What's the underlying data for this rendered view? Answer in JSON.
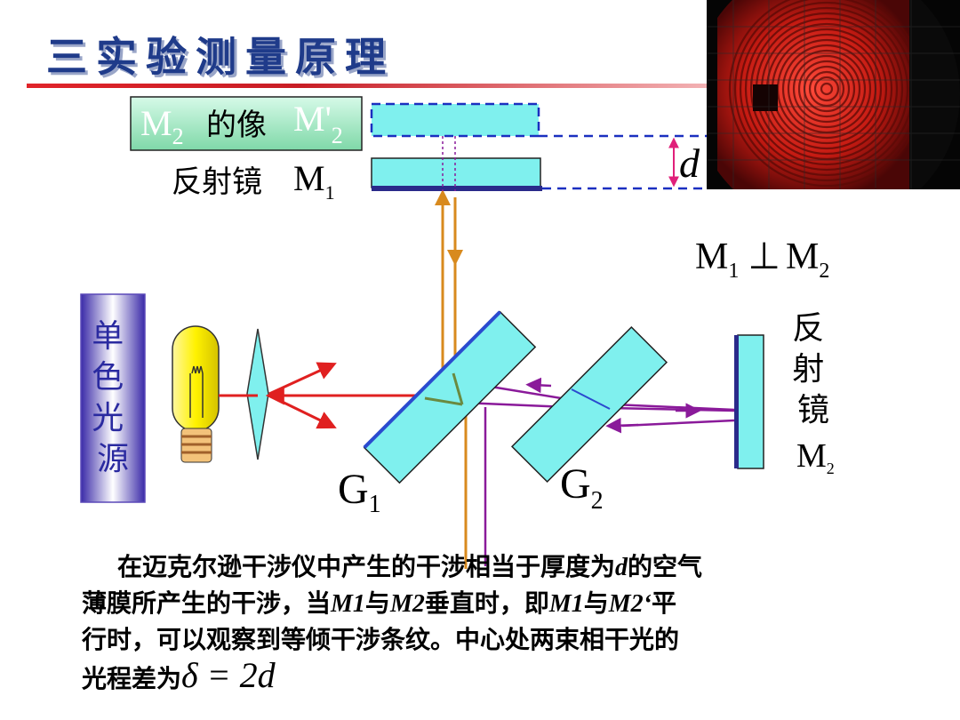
{
  "title": "三实验测量原理",
  "labels": {
    "m2_image_sym": "M",
    "m2_image_sub": "2",
    "m2_image_mid": "的像",
    "m2_image_prime": "M'",
    "m2_image_prime_sub": "2",
    "m1_text": "反射镜",
    "m1_sym": "M",
    "m1_sub": "1",
    "d_symbol": "d",
    "perp_m1": "M",
    "perp_m1_sub": "1",
    "perp_op": "⊥",
    "perp_m2": "M",
    "perp_m2_sub": "2",
    "light_source": [
      "单",
      "色",
      "光",
      "源"
    ],
    "m2_mirror_text": [
      "反",
      "射",
      "镜"
    ],
    "m2_mirror_sym": "M",
    "m2_mirror_sub": "2",
    "g1": "G",
    "g1_sub": "1",
    "g2": "G",
    "g2_sub": "2"
  },
  "paragraph": {
    "line1_a": "在迈克尔逊干涉仪中产生的干涉相当于厚度为",
    "line1_d": "d",
    "line1_b": "的空气",
    "line2_a": "薄膜所产生的干涉，当",
    "line2_m1": "M1",
    "line2_with1": "与",
    "line2_m2": "M2",
    "line2_b": "垂直时，即",
    "line2_m1b": "M1",
    "line2_with2": "与",
    "line2_m2p": "M2‘",
    "line2_c": "平",
    "line3": "行时，可以观察到等倾干涉条纹。中心处两束相干光的",
    "line4_a": "光程差为",
    "line4_eq": "δ = 2d"
  },
  "colors": {
    "title": "#1f3b8a",
    "glass": "#7ff0ee",
    "beam_orange": "#d88a1e",
    "beam_red": "#e02020",
    "beam_purple": "#8a1a9a",
    "dash_blue": "#1a2fc0",
    "d_arrow": "#e0207a"
  }
}
